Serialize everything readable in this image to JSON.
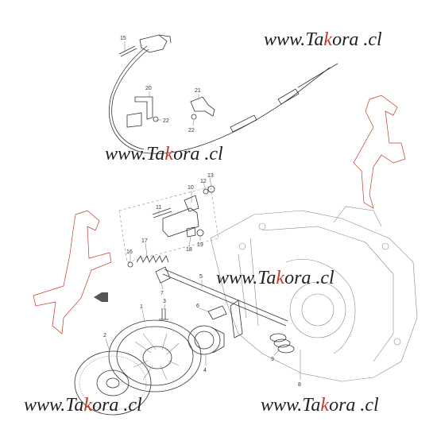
{
  "watermark": {
    "prefix": "www.",
    "brand_start": "Ta",
    "brand_mid": "k",
    "brand_end": "ora",
    "suffix": " .cl"
  },
  "callouts": [
    "15",
    "20",
    "21",
    "22",
    "22",
    "10",
    "12",
    "13",
    "11",
    "19",
    "18",
    "17",
    "16",
    "7",
    "5",
    "3",
    "1",
    "6",
    "2",
    "4",
    "9",
    "8"
  ],
  "colors": {
    "line": "#333333",
    "accent": "#c0392b",
    "horse": "#c0392b"
  }
}
